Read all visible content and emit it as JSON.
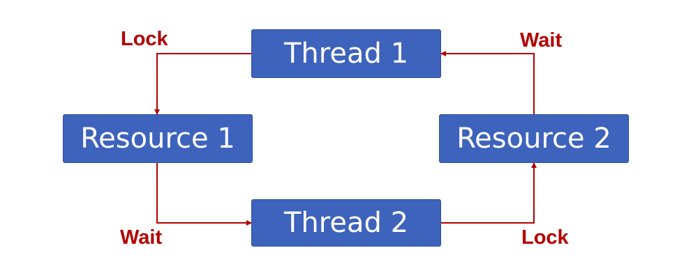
{
  "nodes": {
    "thread1": "Thread 1",
    "thread2": "Thread 2",
    "resource1": "Resource 1",
    "resource2": "Resource 2"
  },
  "edges": {
    "thread1_to_resource1": "Lock",
    "resource2_to_thread1": "Wait",
    "resource1_to_thread2": "Wait",
    "thread2_to_resource2": "Lock"
  },
  "colors": {
    "node_fill": "#3e63bc",
    "node_text": "#ffffff",
    "edge": "#b30000"
  }
}
